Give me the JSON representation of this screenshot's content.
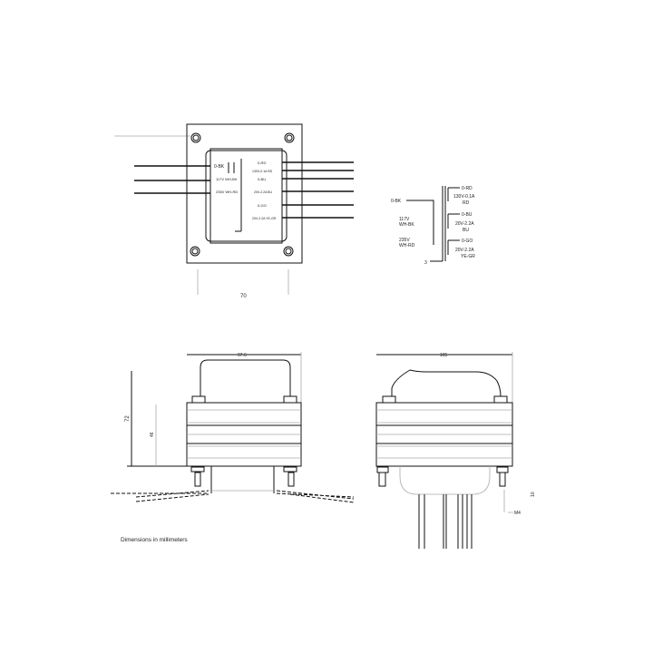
{
  "top_view": {
    "primary_labels": [
      "0-BK",
      "117V WH-BK",
      "235V WH-RD"
    ],
    "secondary_labels": [
      "0-RD",
      "130V-0.1A RD",
      "0-BU",
      "20V-2.2A BU",
      "0-GO",
      "20V-2.2A YE-GR"
    ],
    "width_dim": "70"
  },
  "schematic": {
    "primary": [
      {
        "top": "0-BK",
        "bottom": ""
      },
      {
        "top": "117V",
        "bottom": "WH-BK"
      },
      {
        "top": "235V",
        "bottom": "WH-RD"
      }
    ],
    "secondary": [
      {
        "zero": "0-RD",
        "rating": "130V-0.1A",
        "color": "RD"
      },
      {
        "zero": "0-BU",
        "rating": "20V-2.2A",
        "color": "BU"
      },
      {
        "zero": "0-GO",
        "rating": "20V-2.2A",
        "color": "YE-GR"
      }
    ],
    "ground": "3"
  },
  "side_view_left": {
    "width_dim": "97.6",
    "height_dim": "72",
    "core_dim": "46"
  },
  "side_view_right": {
    "width_dim": "105",
    "stud_len": "10",
    "stud_size": "M4"
  },
  "note": "Dimensions in millimeters"
}
